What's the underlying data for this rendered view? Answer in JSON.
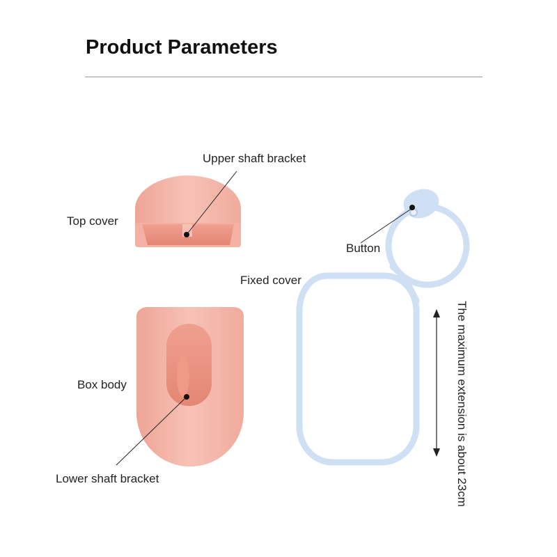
{
  "title": "Product Parameters",
  "labels": {
    "upper_shaft_bracket": "Upper shaft bracket",
    "top_cover": "Top cover",
    "button": "Button",
    "fixed_cover": "Fixed cover",
    "box_body": "Box body",
    "lower_shaft_bracket": "Lower shaft bracket",
    "extension": "The maximum extension is about 23cm"
  },
  "colors": {
    "pink_body": "#f4b2a6",
    "pink_inner": "#e98f7d",
    "strap_blue": "#cfe0f4"
  }
}
